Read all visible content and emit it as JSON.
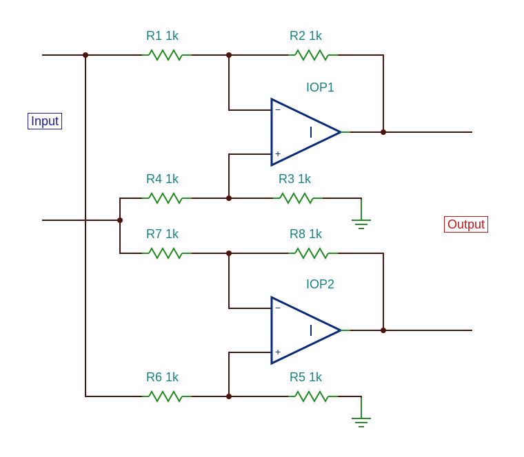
{
  "labels": {
    "input": "Input",
    "output": "Output"
  },
  "resistors": {
    "r1": "R1 1k",
    "r2": "R2 1k",
    "r3": "R3 1k",
    "r4": "R4 1k",
    "r5": "R5 1k",
    "r6": "R6 1k",
    "r7": "R7 1k",
    "r8": "R8 1k"
  },
  "opamps": {
    "iop1": "IOP1",
    "iop2": "IOP2",
    "minus": "−",
    "plus": "+"
  }
}
